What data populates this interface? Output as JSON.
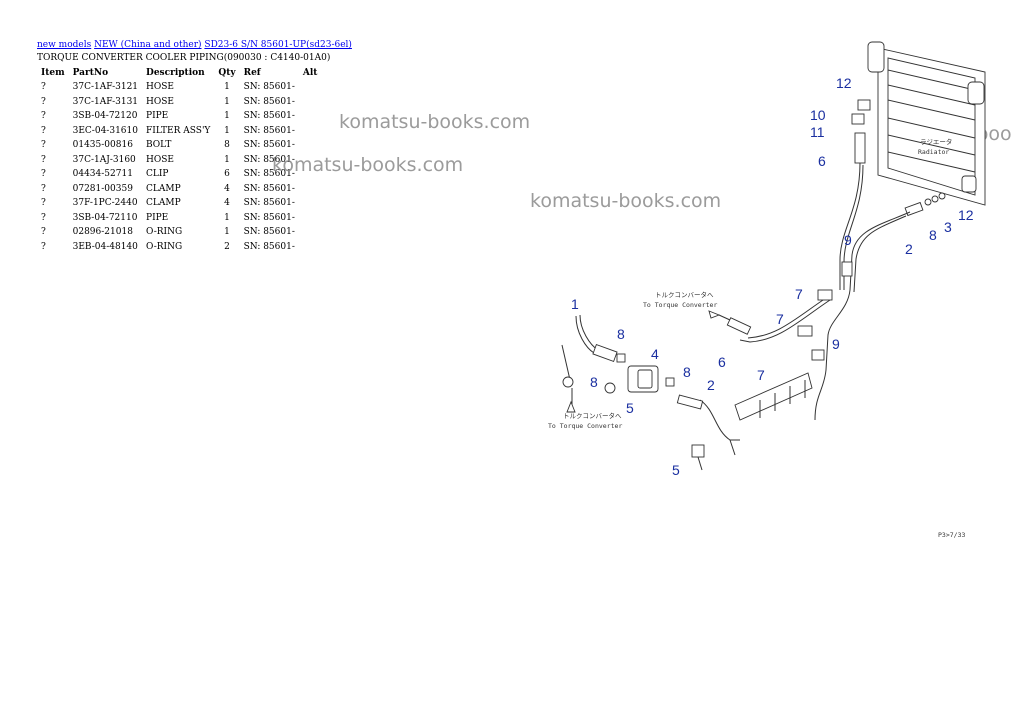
{
  "breadcrumb": {
    "link1": "new models",
    "link2": "NEW (China and other)",
    "link3": "SD23-6 S/N 85601-UP(sd23-6el)"
  },
  "title": "TORQUE CONVERTER COOLER PIPING(090030 : C4140-01A0)",
  "table": {
    "headers": [
      "Item",
      "PartNo",
      "Description",
      "Qty",
      "Ref",
      "Alt"
    ],
    "rows": [
      [
        "?",
        "37C-1AF-3121",
        "HOSE",
        "1",
        "SN: 85601-",
        ""
      ],
      [
        "?",
        "37C-1AF-3131",
        "HOSE",
        "1",
        "SN: 85601-",
        ""
      ],
      [
        "?",
        "3SB-04-72120",
        "PIPE",
        "1",
        "SN: 85601-",
        ""
      ],
      [
        "?",
        "3EC-04-31610",
        "FILTER ASS'Y",
        "1",
        "SN: 85601-",
        ""
      ],
      [
        "?",
        "01435-00816",
        "BOLT",
        "8",
        "SN: 85601-",
        ""
      ],
      [
        "?",
        "37C-1AJ-3160",
        "HOSE",
        "1",
        "SN: 85601-",
        ""
      ],
      [
        "?",
        "04434-52711",
        "CLIP",
        "6",
        "SN: 85601-",
        ""
      ],
      [
        "?",
        "07281-00359",
        "CLAMP",
        "4",
        "SN: 85601-",
        ""
      ],
      [
        "?",
        "37F-1PC-2440",
        "CLAMP",
        "4",
        "SN: 85601-",
        ""
      ],
      [
        "?",
        "3SB-04-72110",
        "PIPE",
        "1",
        "SN: 85601-",
        ""
      ],
      [
        "?",
        "02896-21018",
        "O-RING",
        "1",
        "SN: 85601-",
        ""
      ],
      [
        "?",
        "3EB-04-48140",
        "O-RING",
        "2",
        "SN: 85601-",
        ""
      ]
    ]
  },
  "watermarks": [
    "komatsu-books.com",
    "komatsu-books.com",
    "komatsu-books.com",
    "komatsu-boo"
  ],
  "diagram": {
    "labels": [
      "12",
      "10",
      "11",
      "6",
      "2",
      "8",
      "3",
      "12",
      "9",
      "7",
      "7",
      "9",
      "1",
      "8",
      "4",
      "8",
      "5",
      "8",
      "2",
      "7",
      "6",
      "5"
    ],
    "radiator_jp": "ラジエータ",
    "radiator_en": "Radiator",
    "note1_jp": "トルクコンバータへ",
    "note1_en": "To Torque Converter",
    "note2_jp": "トルクコンバータへ",
    "note2_en": "To Torque Converter",
    "figure_code": "P3>7/33"
  }
}
